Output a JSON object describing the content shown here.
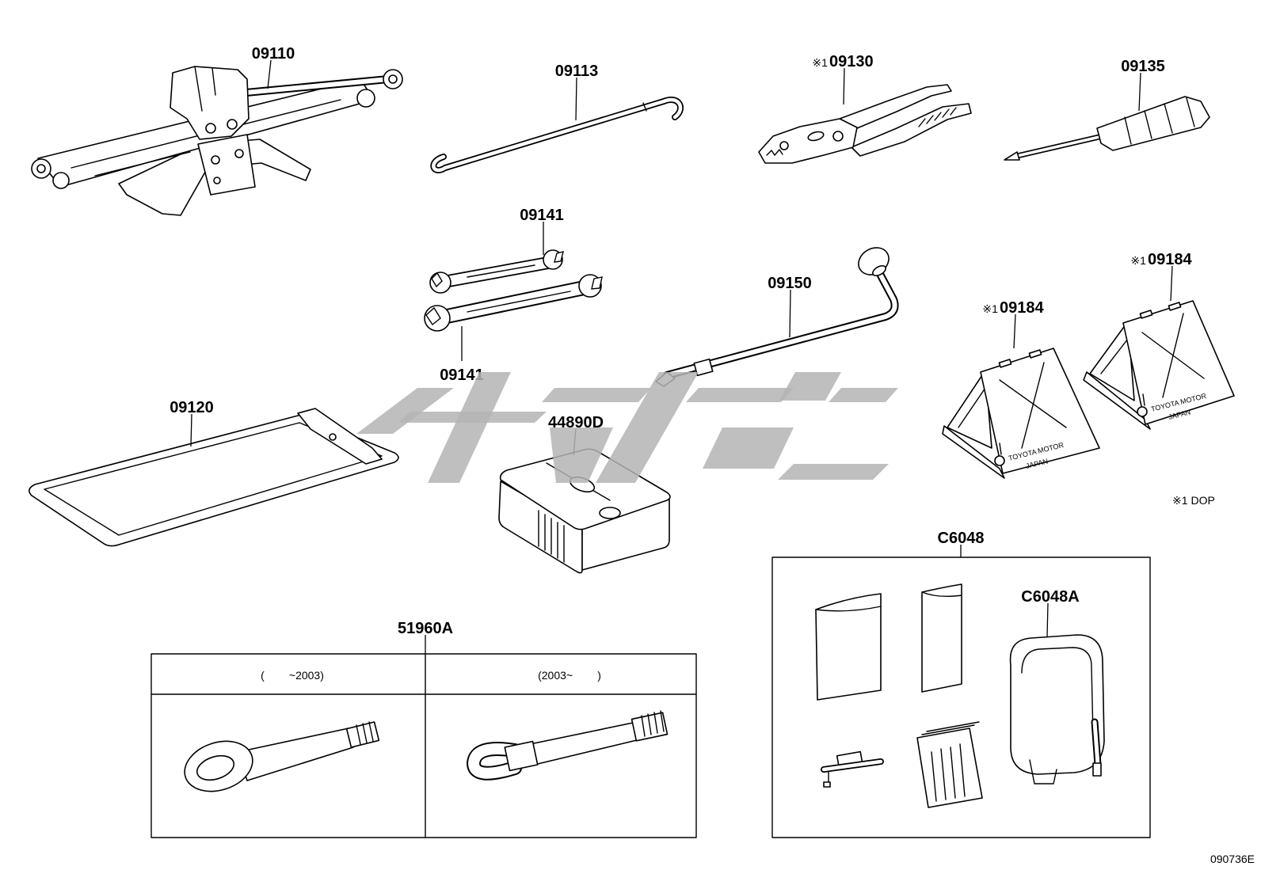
{
  "callouts": {
    "jack": {
      "label": "09110"
    },
    "jack_handle": {
      "label": "09113"
    },
    "pliers": {
      "prefix": "※1",
      "label": "09130"
    },
    "screwdriver": {
      "label": "09135"
    },
    "wrench_upper": {
      "label": "09141"
    },
    "wrench_lower": {
      "label": "09141"
    },
    "lug_wrench": {
      "label": "09150"
    },
    "chock_left": {
      "prefix": "※1",
      "label": "09184"
    },
    "chock_right": {
      "prefix": "※1",
      "label": "09184"
    },
    "tool_bag": {
      "label": "09120"
    },
    "box": {
      "label": "44890D"
    },
    "kit": {
      "label": "C6048"
    },
    "compressor": {
      "label": "C6048A"
    },
    "towing_eye": {
      "label": "51960A"
    }
  },
  "towing_eye_table": {
    "header_left": "(        ~2003)",
    "header_right": "(2003~        )"
  },
  "chocks": [
    {
      "maker": "TOYOTA MOTOR",
      "origin": "JAPAN"
    },
    {
      "maker": "TOYOTA MOTOR",
      "origin": "JAPAN"
    }
  ],
  "footnote": {
    "prefix": "※1",
    "text": "DOP"
  },
  "drawing_code": "090736E",
  "watermark_icon": "logo-watermark",
  "colors": {
    "line": "#000000",
    "background": "#ffffff",
    "watermark": "#b4b4b4"
  }
}
